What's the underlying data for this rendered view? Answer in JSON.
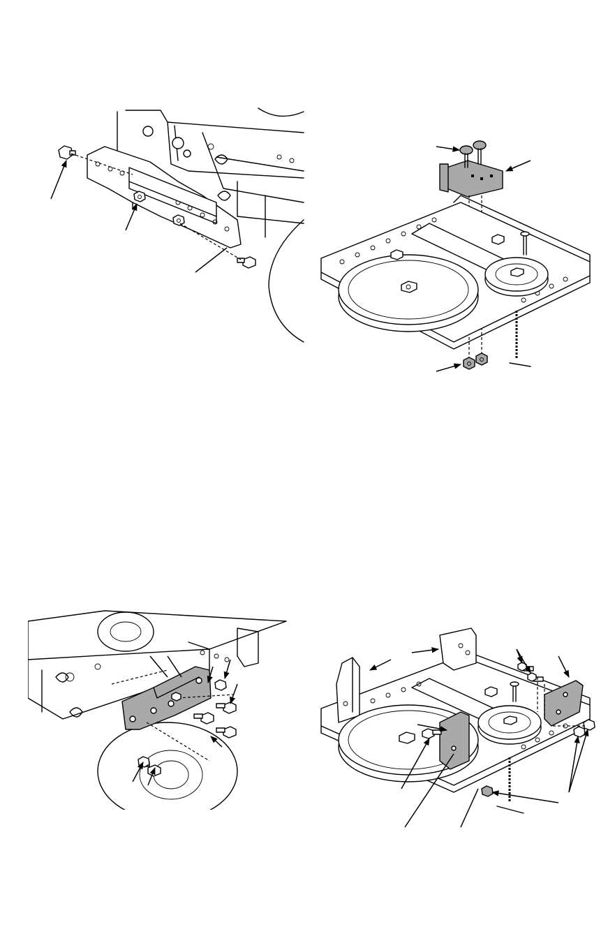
{
  "figures": [
    {
      "id": "fig1",
      "content": "frame-side-bracket-removal"
    },
    {
      "id": "fig2",
      "content": "deck-bracket-bolts-nuts"
    },
    {
      "id": "fig3",
      "content": "front-bracket-installation"
    },
    {
      "id": "fig4",
      "content": "deck-brackets-installation"
    }
  ],
  "colors": {
    "line": "#000000",
    "part_highlight": "#a9a9a9",
    "background": "#ffffff"
  }
}
